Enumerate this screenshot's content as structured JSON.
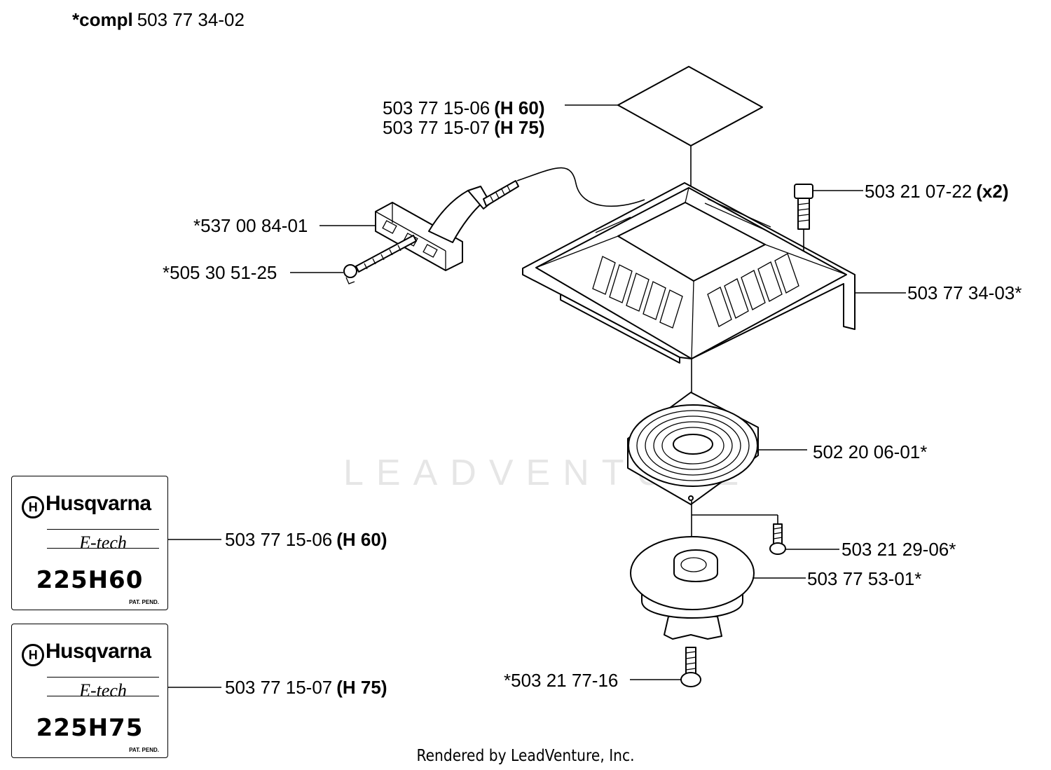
{
  "header": {
    "prefix": "*compl",
    "number": "503 77 34-02"
  },
  "labels": {
    "decal_top_1": {
      "num": "503 77 15-06",
      "suffix": "(H 60)"
    },
    "decal_top_2": {
      "num": "503 77 15-07",
      "suffix": "(H 75)"
    },
    "handle": {
      "num": "*537 00 84-01"
    },
    "rope": {
      "num": "*505 30 51-25"
    },
    "screw_top": {
      "num": "503 21 07-22",
      "suffix": "(x2)"
    },
    "housing": {
      "num": "503 77 34-03*"
    },
    "spring": {
      "num": "502 20 06-01*"
    },
    "screw_mid": {
      "num": "503 21 29-06*"
    },
    "pulley": {
      "num": "503 77 53-01*"
    },
    "screw_bottom": {
      "num": "*503 21 77-16"
    },
    "decal_h60": {
      "num": "503 77 15-06",
      "suffix": "(H 60)"
    },
    "decal_h75": {
      "num": "503 77 15-07",
      "suffix": "(H 75)"
    }
  },
  "decals": [
    {
      "brand": "Husqvarna",
      "tech": "E-tech",
      "model": "225H60",
      "pat": "PAT. PEND."
    },
    {
      "brand": "Husqvarna",
      "tech": "E-tech",
      "model": "225H75",
      "pat": "PAT. PEND."
    }
  ],
  "watermark": "LEADVENTURE",
  "footer": "Rendered by LeadVenture, Inc."
}
